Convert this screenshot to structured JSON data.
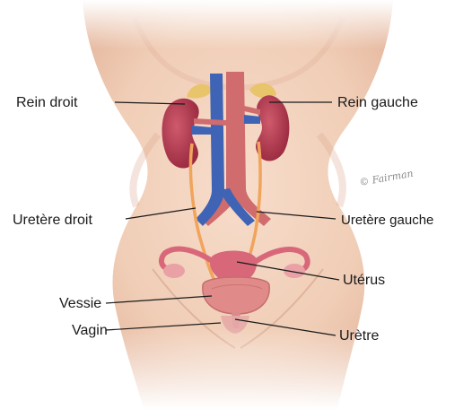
{
  "labels": {
    "rein_droit": "Rein droit",
    "rein_gauche": "Rein gauche",
    "uretere_droit": "Uretère droit",
    "uretere_gauche": "Uretère gauche",
    "uterus": "Utérus",
    "vessie": "Vessie",
    "vagin": "Vagin",
    "uretre": "Urètre"
  },
  "signature": "© Fairman",
  "colors": {
    "skin": "#f3d2bd",
    "skin_shadow": "#e3b49a",
    "kidney": "#b2364c",
    "adrenal": "#e8c46a",
    "vein": "#3f63b5",
    "artery": "#d06b6e",
    "ureter": "#f0a45c",
    "uterus": "#d8677a",
    "bladder": "#e08b8a"
  }
}
